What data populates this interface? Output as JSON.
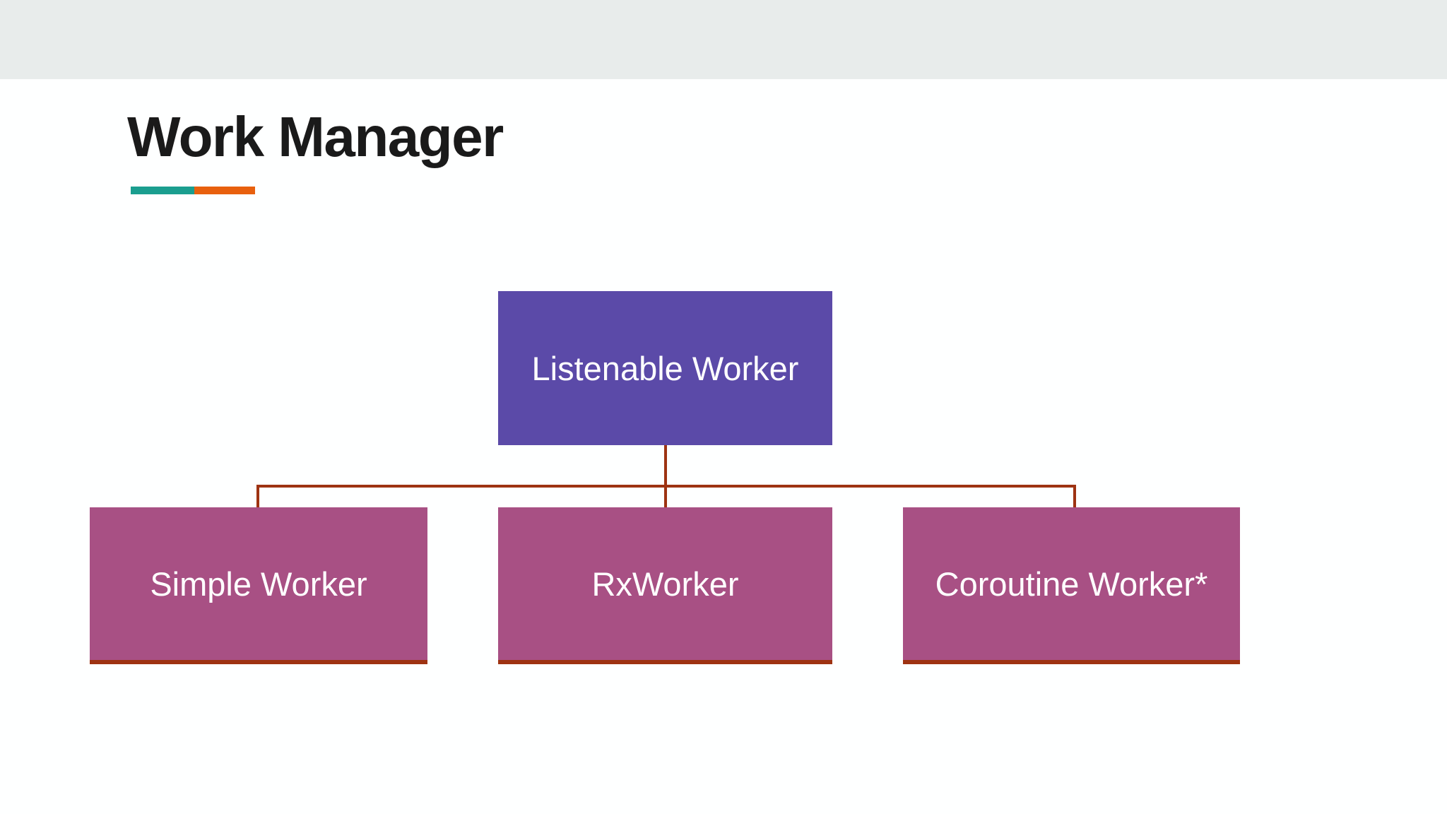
{
  "slide": {
    "title": "Work Manager",
    "background_color": "#FEFFFF",
    "band_color": "#E8ECEB"
  },
  "accent": {
    "teal_color": "#1A9E8F",
    "orange_color": "#E8600E"
  },
  "diagram": {
    "type": "hierarchy",
    "connector_color": "#9E3312",
    "root": {
      "label": "Listenable Worker",
      "fill_color": "#5B4AA8",
      "text_color": "#FFFFFF"
    },
    "children": [
      {
        "label": "Simple Worker",
        "fill_color": "#A85084",
        "text_color": "#FFFFFF"
      },
      {
        "label": "RxWorker",
        "fill_color": "#A85084",
        "text_color": "#FFFFFF"
      },
      {
        "label": "Coroutine Worker*",
        "fill_color": "#A85084",
        "text_color": "#FFFFFF"
      }
    ]
  }
}
